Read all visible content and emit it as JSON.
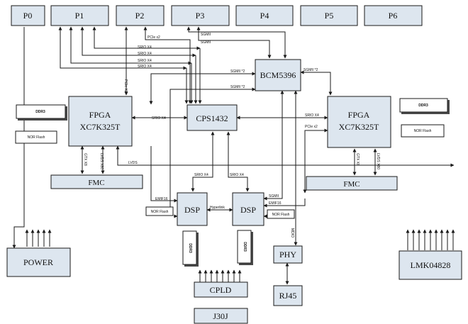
{
  "ports": [
    "P0",
    "P1",
    "P2",
    "P3",
    "P4",
    "P5",
    "P6"
  ],
  "blocks": {
    "fpga_left": [
      "FPGA",
      "XC7K325T"
    ],
    "fpga_right": [
      "FPGA",
      "XC7K325T"
    ],
    "cps": "CPS1432",
    "bcm": "BCM5396",
    "fmc_left": "FMC",
    "fmc_right": "FMC",
    "dsp_left": "DSP",
    "dsp_right": "DSP",
    "power": "POWER",
    "cpld": "CPLD",
    "j30j": "J30J",
    "phy": "PHY",
    "rj45": "RJ45",
    "lmk": "LMK04828"
  },
  "memories": {
    "ddr_left": "DDR3",
    "ddr_right": "DDR3",
    "nor_left": "NOR Flash",
    "nor_right": "NOR Flash",
    "nor_dsp_left": "NOR Flash",
    "nor_dsp_right": "NOR Flash",
    "ddr_dsp_left": "DDR3",
    "ddr_dsp_right": "DDR3"
  },
  "links": {
    "pcie_x2_p2": "PCIe x2",
    "sgmii_1": "SGMII",
    "sgmii_2": "SGMII",
    "srio_1": "SRIO X4",
    "srio_2": "SRIO X4",
    "srio_3": "SRIO X4",
    "srio_4": "SRIO X4",
    "pcie_x2_left": "PCIe X2",
    "smii_left_1": "SGMII *2",
    "smii_left_2": "SGMII *2",
    "smii_right": "SGMII *2",
    "srio_fpga_left": "SRIO X4",
    "srio_fpga_right": "SRIO X4",
    "pcie_fpga_right": "PCIe x2",
    "gtx_left": "GTX X8",
    "lvds_left": "LVDS X80",
    "gtx_right": "GTX X8",
    "lvds_right": "LVDS X80",
    "lvds": "LVDS",
    "srio_dsp_left": "SRIO X4",
    "srio_dsp_right": "SRIO X4",
    "emif_left": "EMIF16",
    "sgmii_dsp": "SGMII",
    "emif_right": "EMIF16",
    "hyperlink": "Hyperlink",
    "mdio": "MDIO"
  }
}
